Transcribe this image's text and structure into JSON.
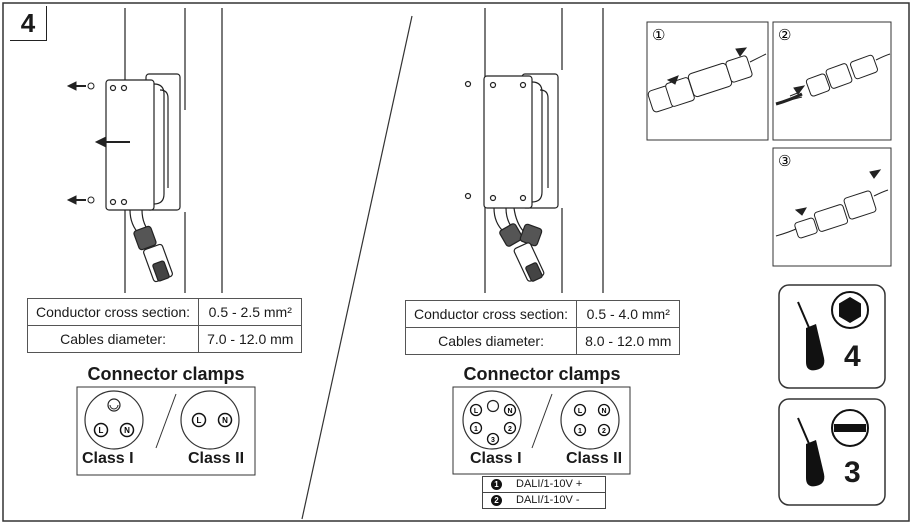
{
  "step_number": "4",
  "left": {
    "spec_table": [
      {
        "label": "Conductor cross section:",
        "value": "0.5 - 2.5 mm²"
      },
      {
        "label": "Cables diameter:",
        "value": "7.0 - 12.0 mm"
      }
    ],
    "clamps_title": "Connector clamps",
    "class1_label": "Class I",
    "class2_label": "Class II",
    "class1_terminals": [
      "L",
      "N"
    ],
    "class2_terminals": [
      "L",
      "N"
    ]
  },
  "right": {
    "spec_table": [
      {
        "label": "Conductor cross section:",
        "value": "0.5 - 4.0 mm²"
      },
      {
        "label": "Cables diameter:",
        "value": "8.0 - 12.0 mm"
      }
    ],
    "clamps_title": "Connector clamps",
    "class1_label": "Class I",
    "class2_label": "Class II",
    "class1_terminals": [
      "L",
      "N",
      "1",
      "2",
      "3"
    ],
    "class2_terminals": [
      "L",
      "N",
      "1",
      "2"
    ],
    "legend": [
      {
        "badge": "1",
        "text": "DALI/1-10V +"
      },
      {
        "badge": "2",
        "text": "DALI/1-10V -"
      }
    ]
  },
  "steps": [
    {
      "badge": "①"
    },
    {
      "badge": "②"
    },
    {
      "badge": "③"
    }
  ],
  "tools": [
    {
      "name": "hex-screwdriver",
      "size": "4"
    },
    {
      "name": "slotted-screwdriver",
      "size": "3"
    }
  ]
}
